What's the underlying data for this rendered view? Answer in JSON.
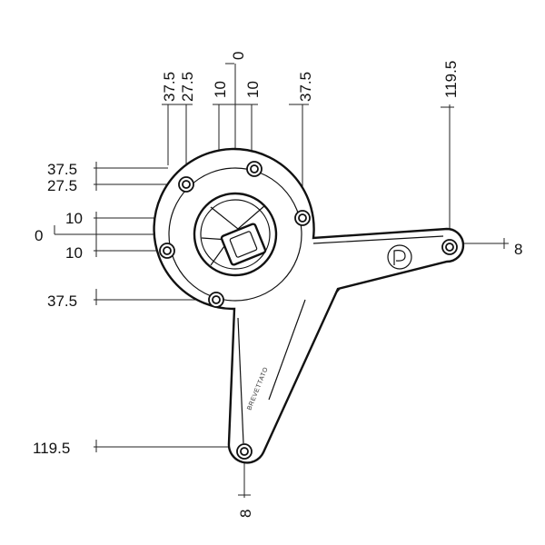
{
  "dimensions": {
    "top": [
      "37.5",
      "27.5",
      "10",
      "0",
      "10",
      "37.5"
    ],
    "left": [
      "37.5",
      "27.5",
      "10",
      "0",
      "10",
      "37.5",
      "119.5"
    ],
    "right_top": "119.5",
    "right_side": "8",
    "bottom": "8"
  },
  "part": {
    "stamp": "BREVETTATO"
  }
}
